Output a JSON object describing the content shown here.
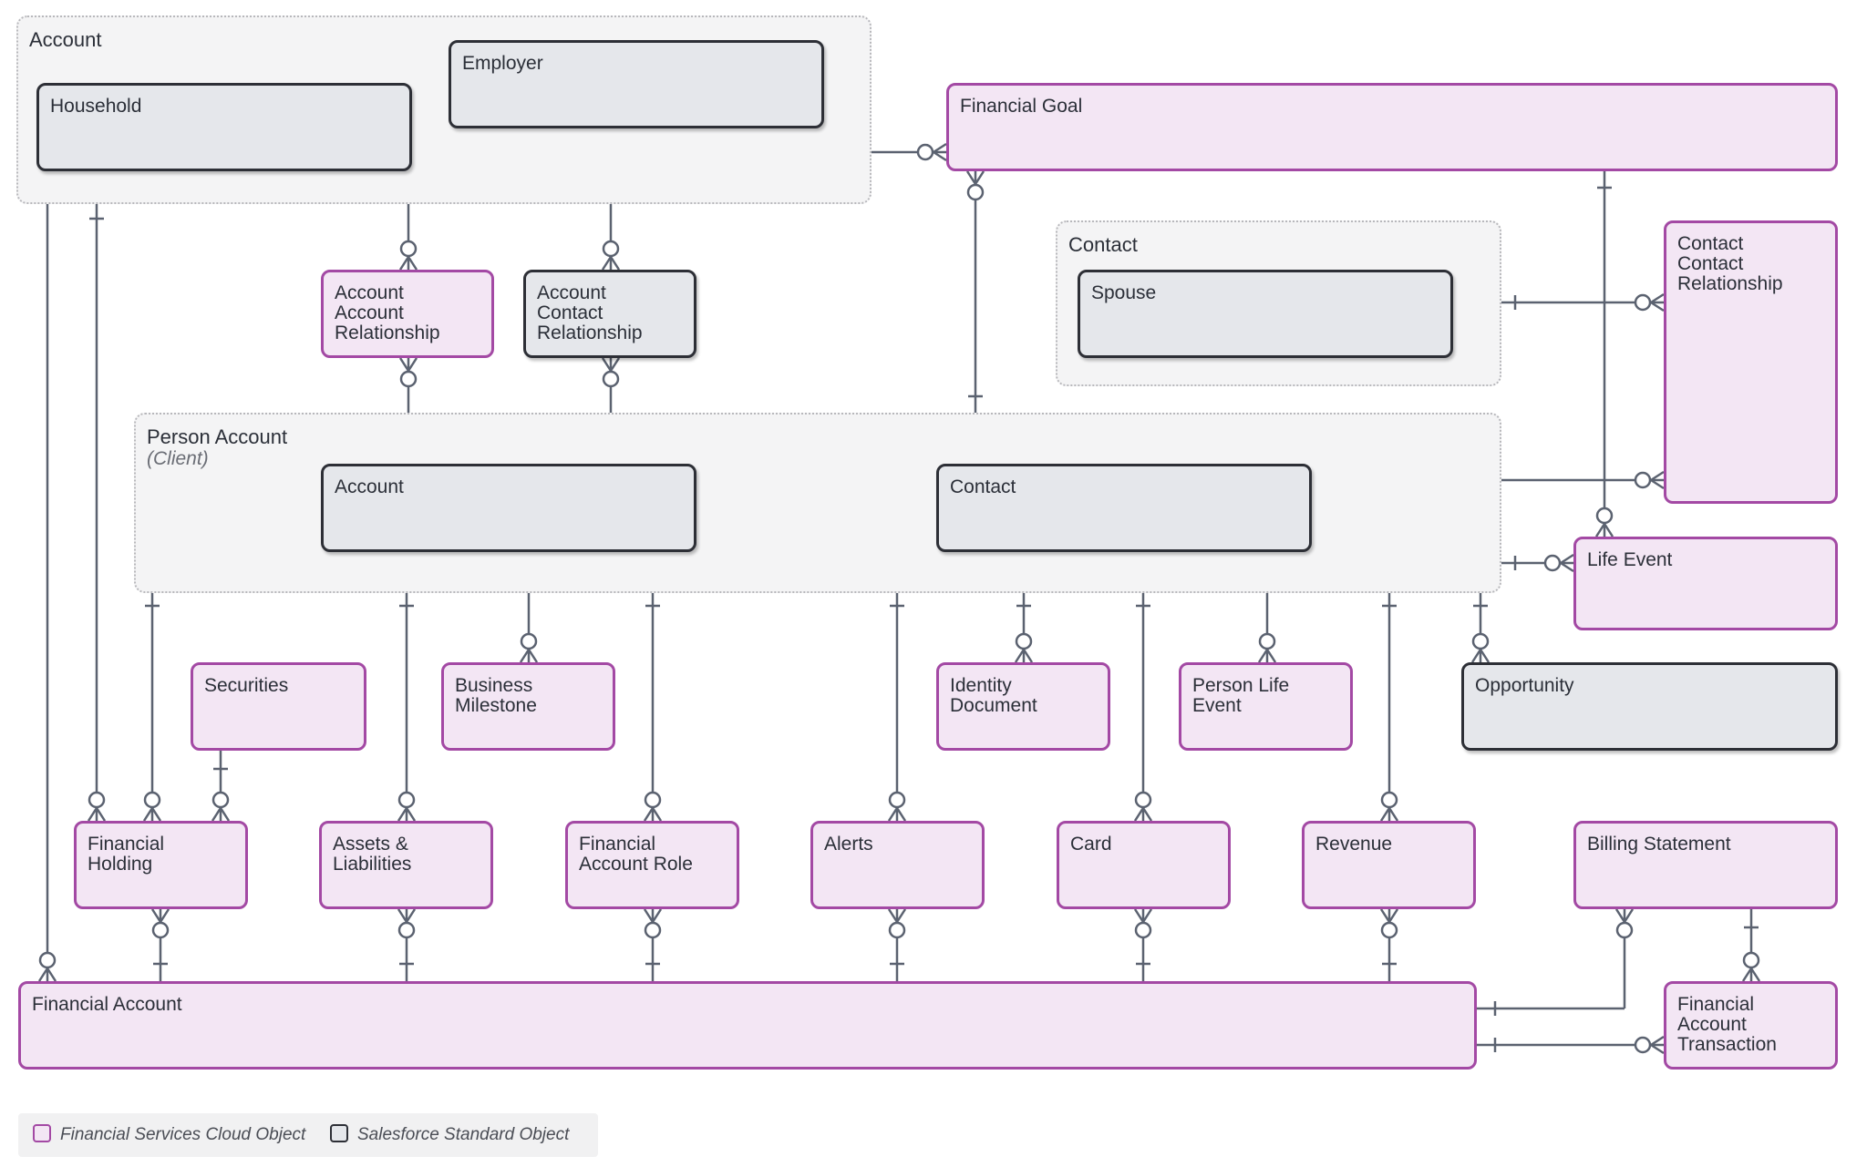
{
  "groups": {
    "account": {
      "label": "Account"
    },
    "contact": {
      "label": "Contact"
    },
    "person_account": {
      "label": "Person Account",
      "sublabel": "(Client)"
    }
  },
  "objects": {
    "household": "Household",
    "employer": "Employer",
    "financial_goal": "Financial Goal",
    "account_account_relationship": "Account\nAccount\nRelationship",
    "account_contact_relationship": "Account\nContact\nRelationship",
    "spouse": "Spouse",
    "contact_contact_relationship": "Contact\nContact\nRelationship",
    "account": "Account",
    "contact": "Contact",
    "life_event": "Life Event",
    "securities": "Securities",
    "business_milestone": "Business\nMilestone",
    "identity_document": "Identity\nDocument",
    "person_life_event": "Person Life\nEvent",
    "opportunity": "Opportunity",
    "financial_holding": "Financial\nHolding",
    "assets_liabilities": "Assets &\nLiabilities",
    "financial_account_role": "Financial\nAccount Role",
    "alerts": "Alerts",
    "card": "Card",
    "revenue": "Revenue",
    "billing_statement": "Billing Statement",
    "financial_account": "Financial Account",
    "financial_account_transaction": "Financial\nAccount\nTransaction"
  },
  "legend": {
    "fsc": "Financial Services Cloud Object",
    "standard": "Salesforce Standard Object"
  },
  "colors": {
    "fsc_border": "#a349a4",
    "fsc_fill": "#f3e6f4",
    "standard_border": "#2d2f36",
    "standard_fill": "#e5e7eb",
    "connector": "#5b6270"
  }
}
